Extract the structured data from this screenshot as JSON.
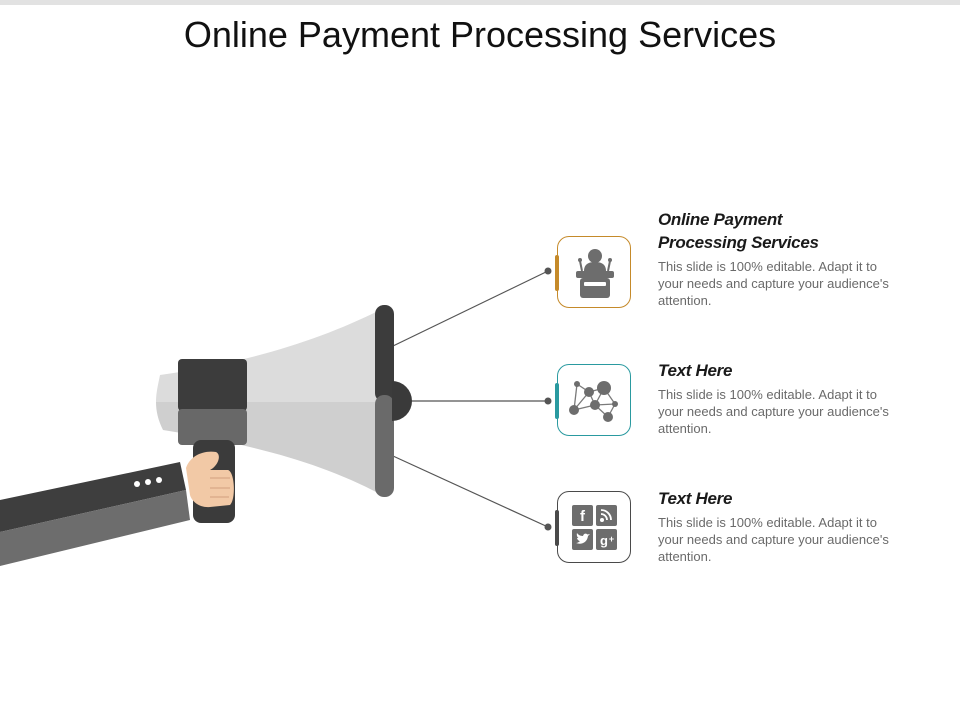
{
  "slide": {
    "title": "Online Payment Processing Services"
  },
  "items": [
    {
      "title": "Online Payment Processing Services",
      "description": "This slide is 100% editable. Adapt it to your needs and capture your audience's attention.",
      "icon": "presenter-podium-icon",
      "color": "#c58a2a"
    },
    {
      "title": "Text Here",
      "description": "This slide is 100% editable. Adapt it to your needs and capture your audience's attention.",
      "icon": "network-icon",
      "color": "#2a9aa0"
    },
    {
      "title": "Text Here",
      "description": "This slide is 100% editable. Adapt it to your needs and capture your audience's attention.",
      "icon": "social-media-icon",
      "color": "#4a4a4a"
    }
  ],
  "colors": {
    "dark": "#3d3d3d",
    "mid": "#6b6b6b",
    "light": "#d6d6d6",
    "skin": "#f2c9a6"
  }
}
